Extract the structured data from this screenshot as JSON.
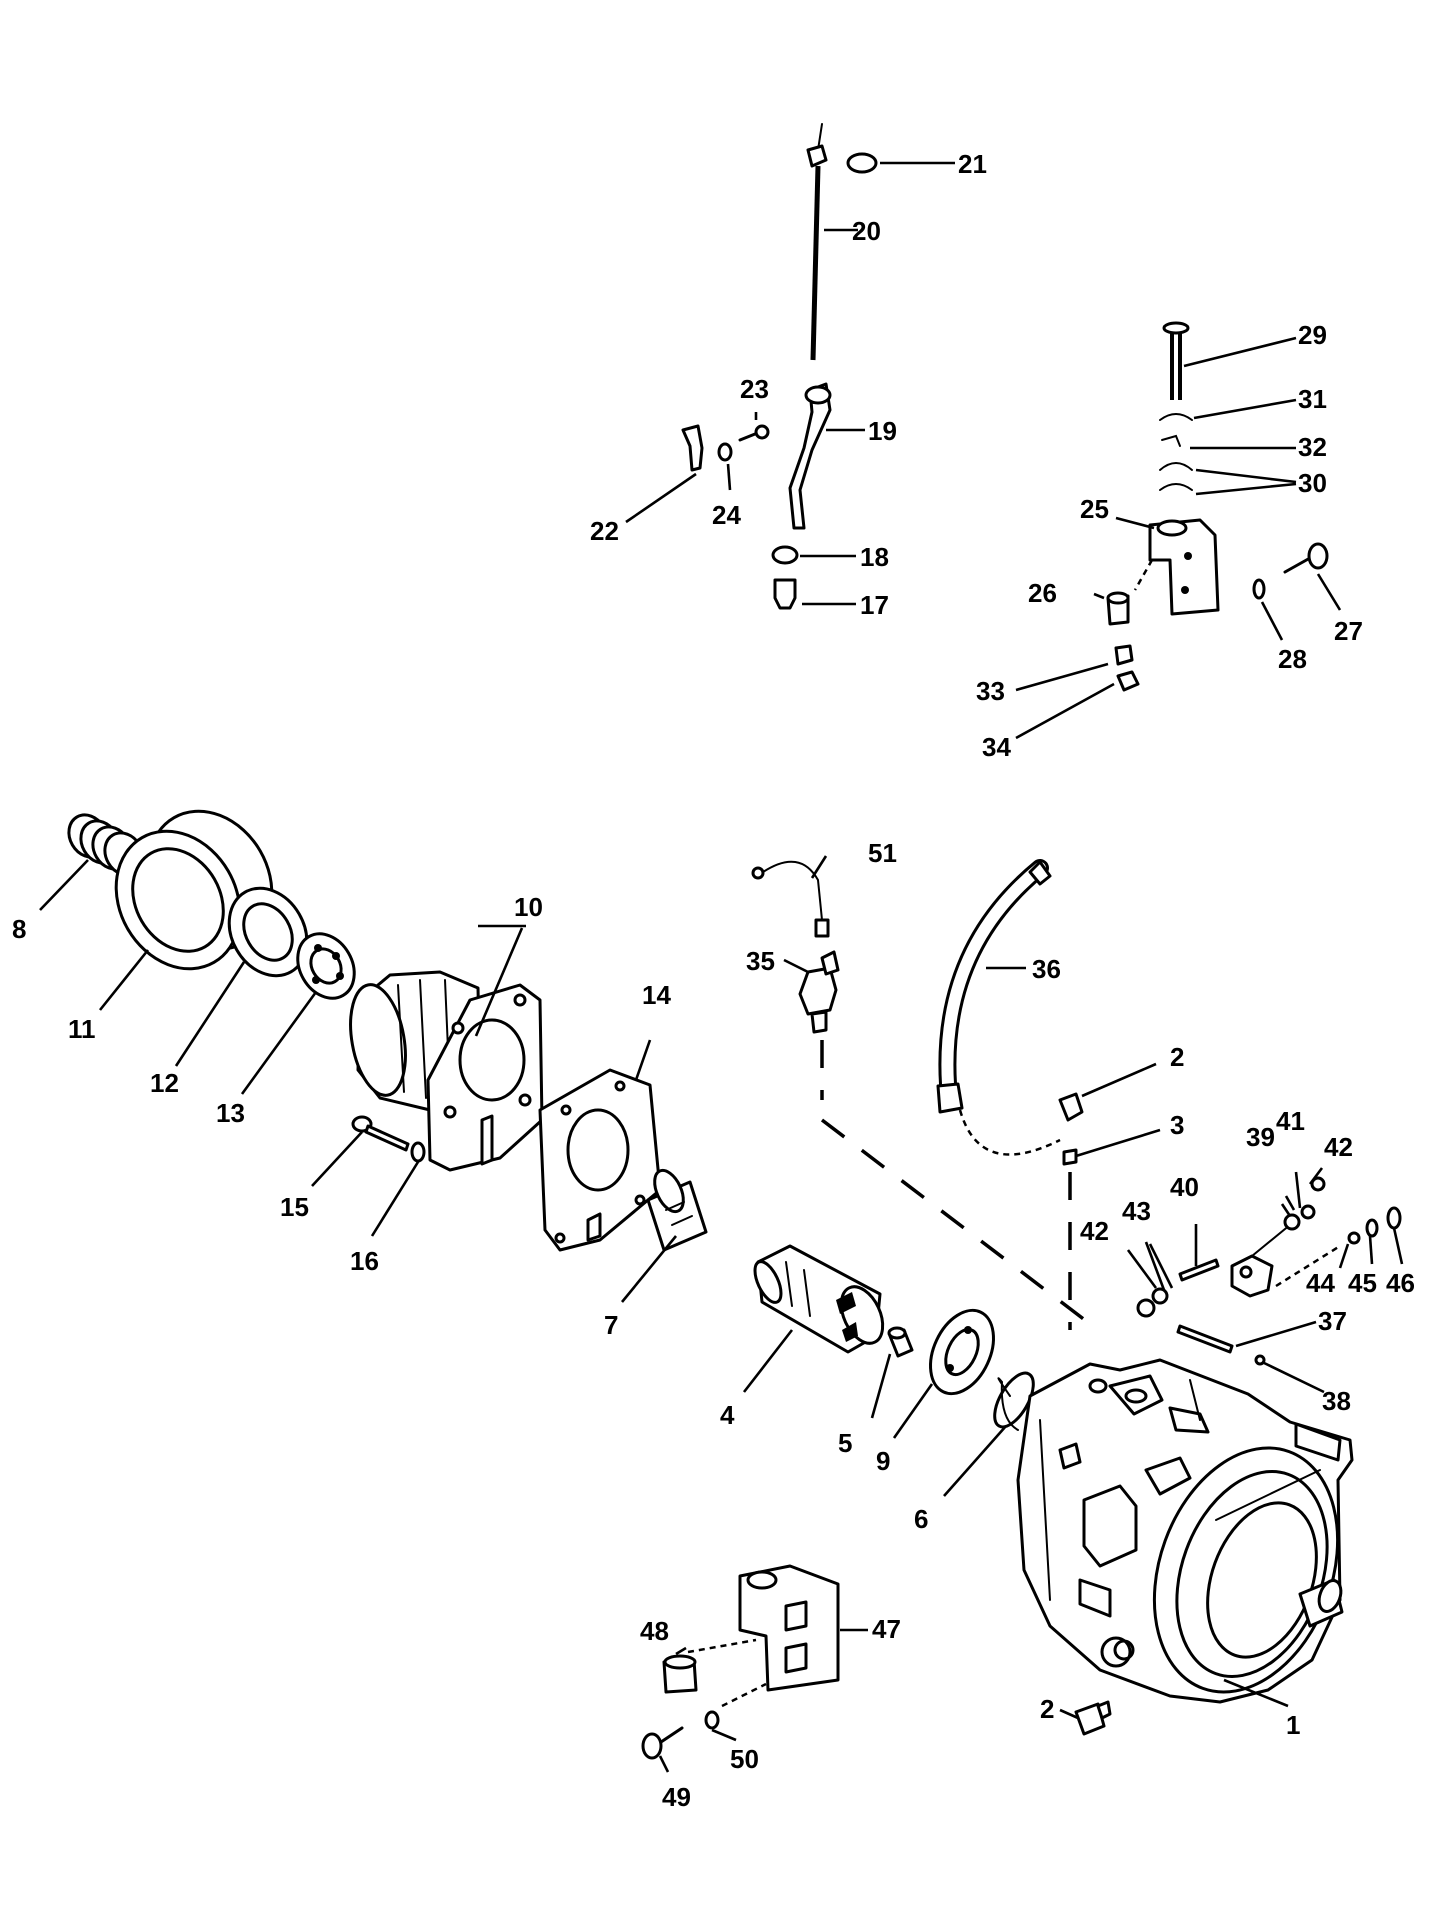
{
  "diagram": {
    "callouts": [
      {
        "id": "c1",
        "label": "1"
      },
      {
        "id": "c2a",
        "label": "2"
      },
      {
        "id": "c2b",
        "label": "2"
      },
      {
        "id": "c3",
        "label": "3"
      },
      {
        "id": "c4",
        "label": "4"
      },
      {
        "id": "c5",
        "label": "5"
      },
      {
        "id": "c6",
        "label": "6"
      },
      {
        "id": "c7",
        "label": "7"
      },
      {
        "id": "c8",
        "label": "8"
      },
      {
        "id": "c9",
        "label": "9"
      },
      {
        "id": "c10",
        "label": "10"
      },
      {
        "id": "c11",
        "label": "11"
      },
      {
        "id": "c12",
        "label": "12"
      },
      {
        "id": "c13",
        "label": "13"
      },
      {
        "id": "c14",
        "label": "14"
      },
      {
        "id": "c15",
        "label": "15"
      },
      {
        "id": "c16",
        "label": "16"
      },
      {
        "id": "c17",
        "label": "17"
      },
      {
        "id": "c18",
        "label": "18"
      },
      {
        "id": "c19",
        "label": "19"
      },
      {
        "id": "c20",
        "label": "20"
      },
      {
        "id": "c21",
        "label": "21"
      },
      {
        "id": "c22",
        "label": "22"
      },
      {
        "id": "c23",
        "label": "23"
      },
      {
        "id": "c24",
        "label": "24"
      },
      {
        "id": "c25",
        "label": "25"
      },
      {
        "id": "c26",
        "label": "26"
      },
      {
        "id": "c27",
        "label": "27"
      },
      {
        "id": "c28",
        "label": "28"
      },
      {
        "id": "c29",
        "label": "29"
      },
      {
        "id": "c30",
        "label": "30"
      },
      {
        "id": "c31",
        "label": "31"
      },
      {
        "id": "c32",
        "label": "32"
      },
      {
        "id": "c33",
        "label": "33"
      },
      {
        "id": "c34",
        "label": "34"
      },
      {
        "id": "c35",
        "label": "35"
      },
      {
        "id": "c36",
        "label": "36"
      },
      {
        "id": "c37",
        "label": "37"
      },
      {
        "id": "c38",
        "label": "38"
      },
      {
        "id": "c39",
        "label": "39"
      },
      {
        "id": "c40",
        "label": "40"
      },
      {
        "id": "c41",
        "label": "41"
      },
      {
        "id": "c42a",
        "label": "42"
      },
      {
        "id": "c42b",
        "label": "42"
      },
      {
        "id": "c43",
        "label": "43"
      },
      {
        "id": "c44",
        "label": "44"
      },
      {
        "id": "c45",
        "label": "45"
      },
      {
        "id": "c46",
        "label": "46"
      },
      {
        "id": "c47",
        "label": "47"
      },
      {
        "id": "c48",
        "label": "48"
      },
      {
        "id": "c49",
        "label": "49"
      },
      {
        "id": "c50",
        "label": "50"
      },
      {
        "id": "c51",
        "label": "51"
      }
    ]
  }
}
